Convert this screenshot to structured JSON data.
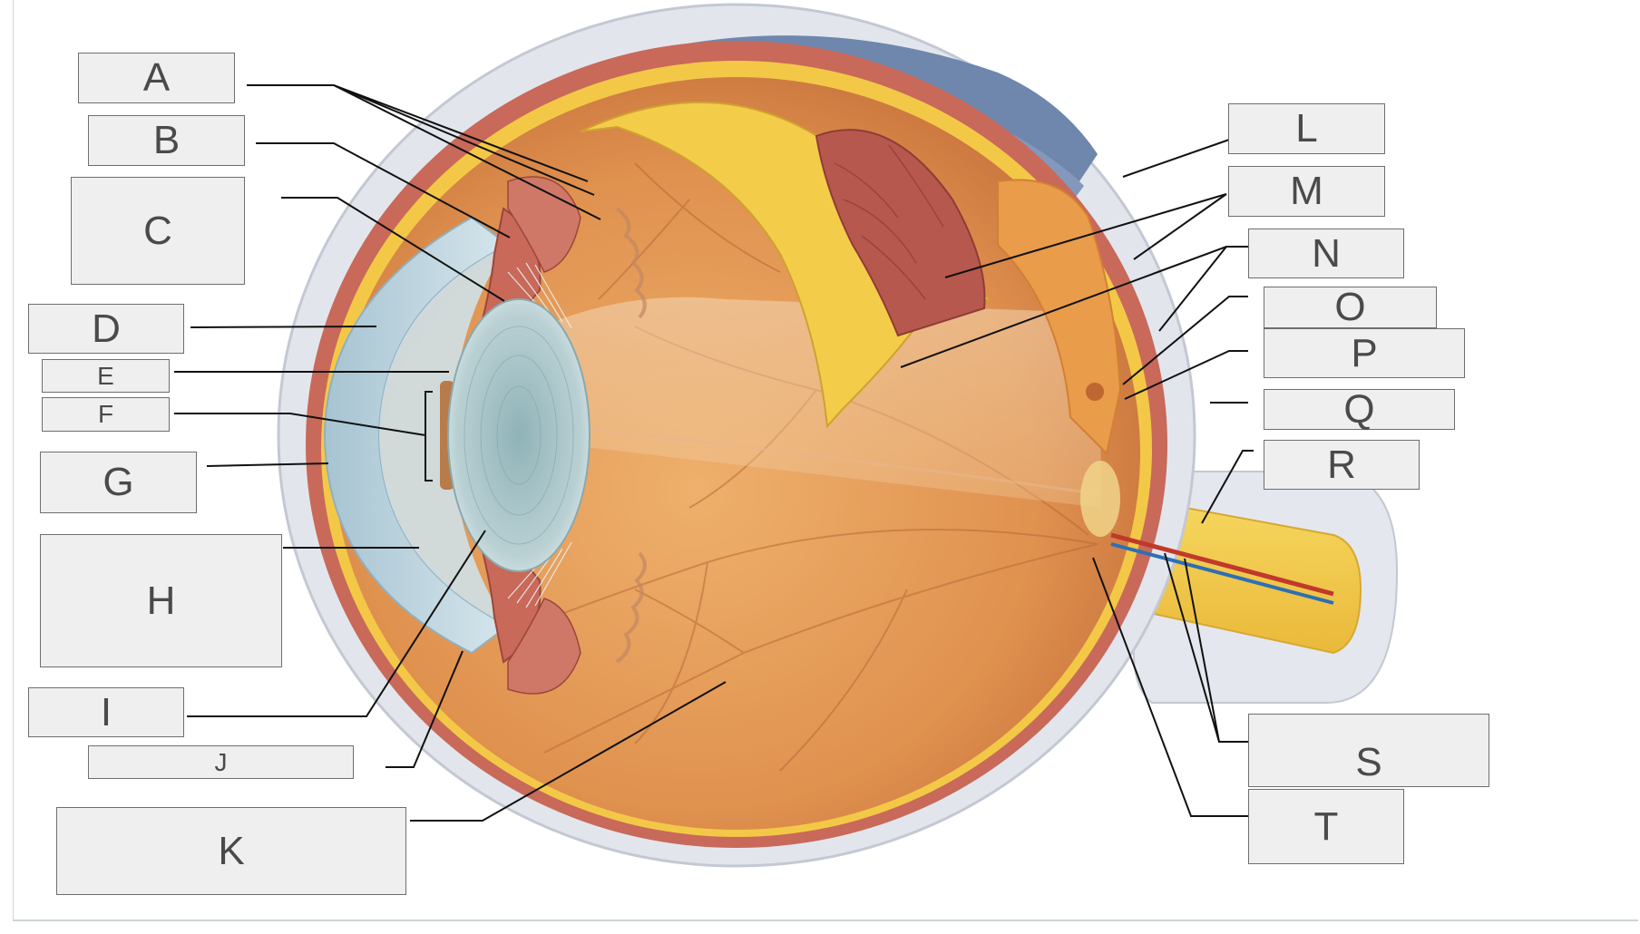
{
  "diagram": {
    "labels": [
      {
        "id": "A",
        "text": "A"
      },
      {
        "id": "B",
        "text": "B"
      },
      {
        "id": "C",
        "text": "C"
      },
      {
        "id": "D",
        "text": "D"
      },
      {
        "id": "E",
        "text": "E"
      },
      {
        "id": "F",
        "text": "F"
      },
      {
        "id": "G",
        "text": "G"
      },
      {
        "id": "H",
        "text": "H"
      },
      {
        "id": "I",
        "text": "I"
      },
      {
        "id": "J",
        "text": "J"
      },
      {
        "id": "K",
        "text": "K"
      },
      {
        "id": "L",
        "text": "L"
      },
      {
        "id": "M",
        "text": "M"
      },
      {
        "id": "N",
        "text": "N"
      },
      {
        "id": "O",
        "text": "O"
      },
      {
        "id": "P",
        "text": "P"
      },
      {
        "id": "Q",
        "text": "Q"
      },
      {
        "id": "R",
        "text": "R"
      },
      {
        "id": "S",
        "text": "S"
      },
      {
        "id": "T",
        "text": "T"
      }
    ]
  },
  "colors": {
    "sclera": "#dfe3ea",
    "choroid": "#c8695a",
    "retina": "#f3c847",
    "vitreous": "#e59a55",
    "cornea": "#b9d3de",
    "lens": "#a9c3c8",
    "muscle_band": "#6f86ad",
    "label_fill": "#efefef",
    "label_border": "#6e6e6e",
    "leader_line": "#111111"
  }
}
